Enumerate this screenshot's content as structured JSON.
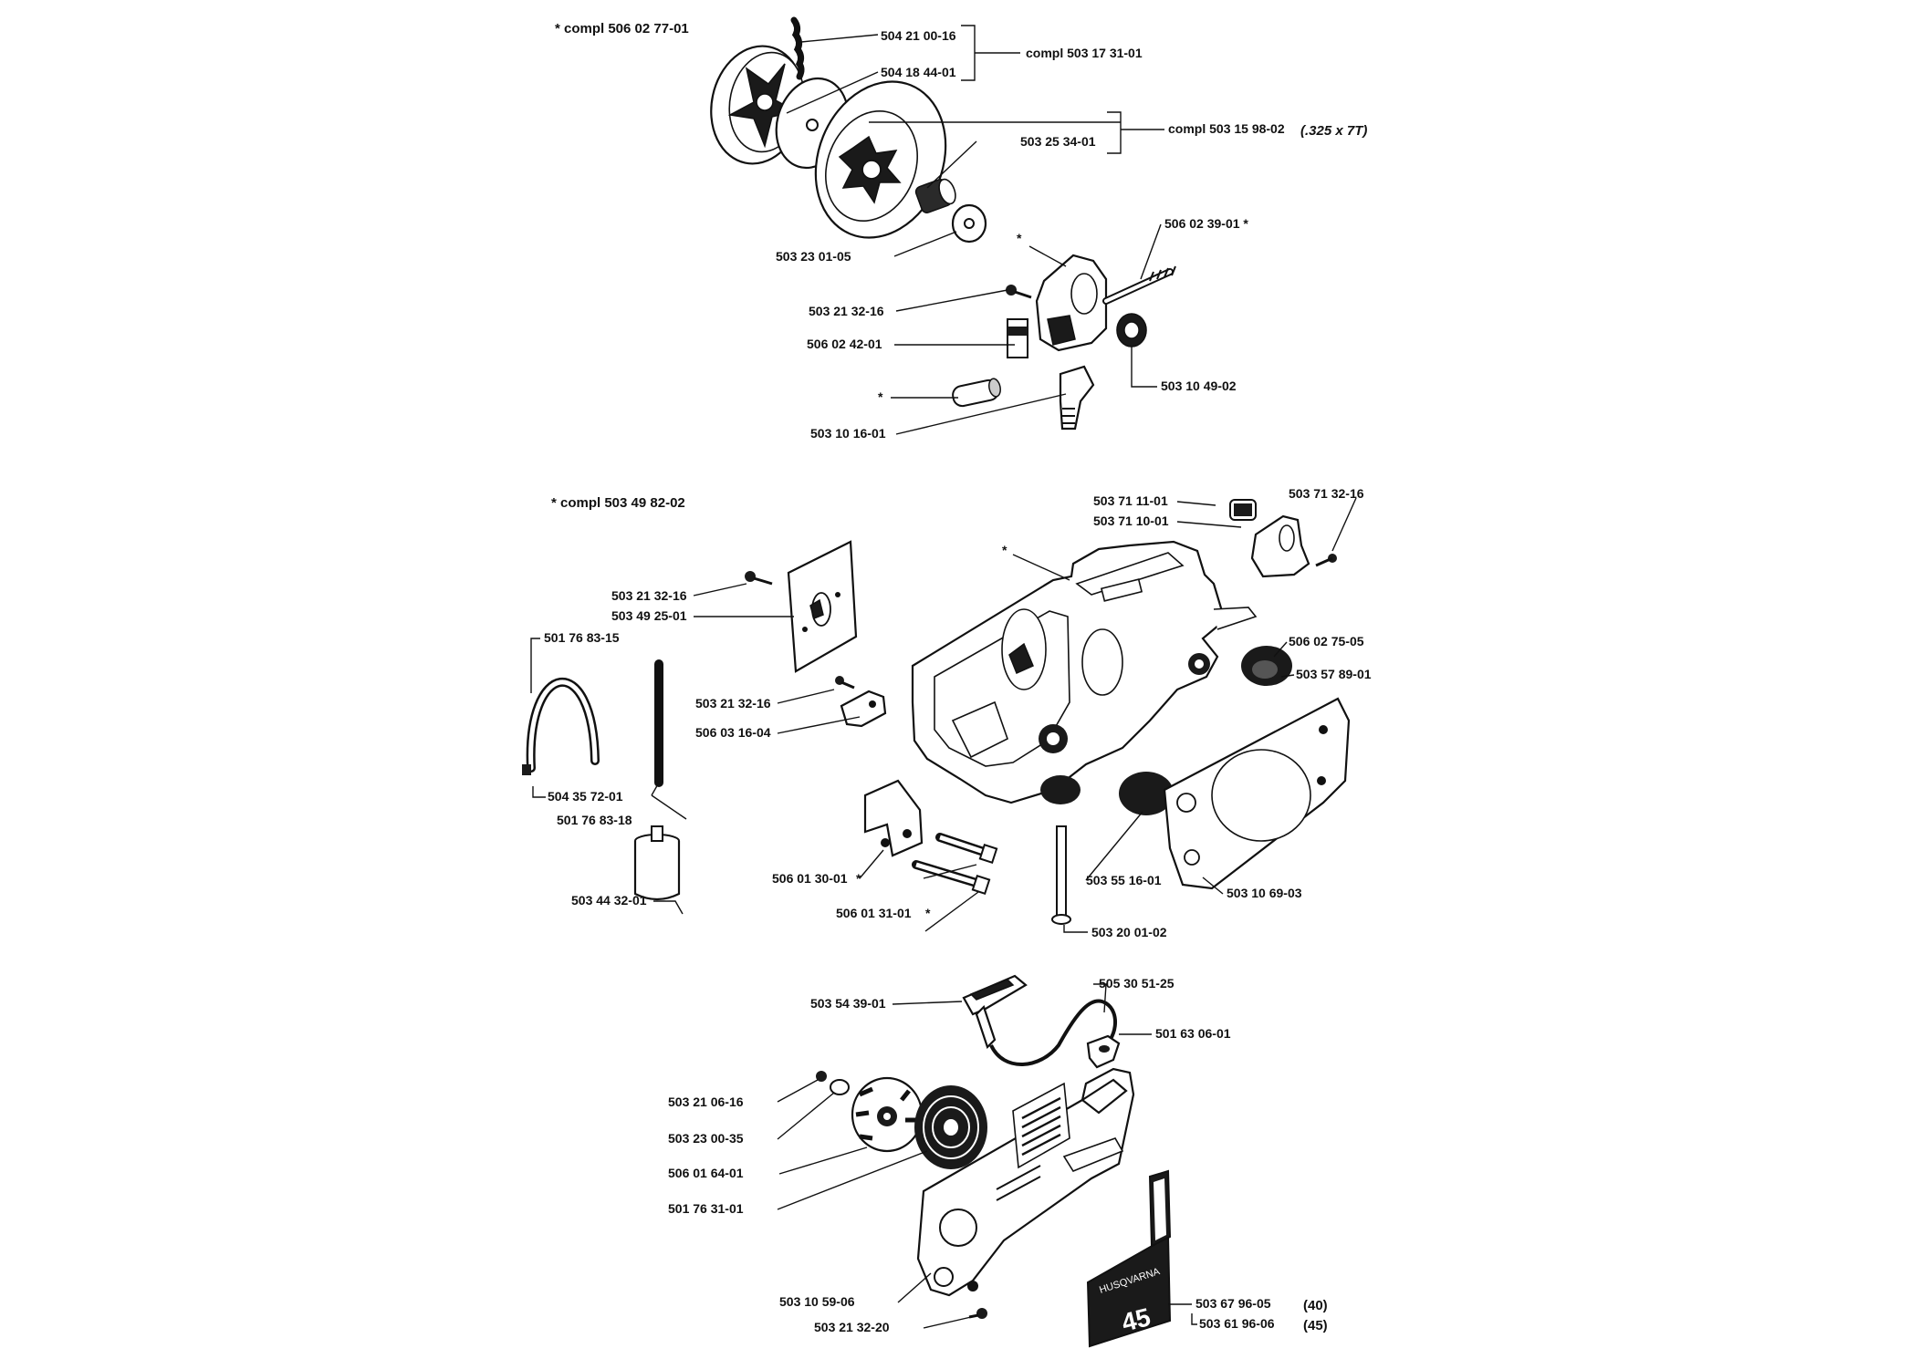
{
  "notes": {
    "top_compl": "* compl 506 02 77-01",
    "mid_compl": "* compl 503 49 82-02"
  },
  "callouts": {
    "p504_21_00_16": "504 21 00-16",
    "p504_18_44_01": "504 18 44-01",
    "compl_503_17_31_01": "compl 503 17 31-01",
    "compl_503_15_98_02": "compl 503 15 98-02",
    "spec_325_7t": "(.325 x 7T)",
    "p503_25_34_01": "503 25 34-01",
    "p503_23_01_05": "503 23 01-05",
    "p506_02_39_01": "506 02 39-01 *",
    "star_pump": "*",
    "p503_21_32_16_a": "503 21 32-16",
    "p506_02_42_01": "506 02 42-01",
    "star_pin": "*",
    "p503_10_49_02": "503 10 49-02",
    "p503_10_16_01": "503 10 16-01",
    "p503_71_11_01": "503 71 11-01",
    "p503_71_10_01": "503 71 10-01",
    "p503_71_32_16": "503 71 32-16",
    "star_crankcase": "*",
    "p503_21_32_16_b": "503 21 32-16",
    "p503_49_25_01": "503 49 25-01",
    "p501_76_83_15": "501 76 83-15",
    "p506_02_75_05": "506 02 75-05",
    "p503_57_89_01": "503 57 89-01",
    "p503_21_32_16_c": "503 21 32-16",
    "p506_03_16_04": "506 03 16-04",
    "p504_35_72_01": "504 35 72-01",
    "p501_76_83_18": "501 76 83-18",
    "p506_01_30_01": "506 01 30-01",
    "star_bracket": "*",
    "p503_55_16_01": "503 55 16-01",
    "p503_10_69_03": "503 10 69-03",
    "p503_44_32_01": "503 44 32-01",
    "p506_01_31_01": "506 01 31-01",
    "star_screws": "*",
    "p503_20_01_02": "503 20 01-02",
    "p503_54_39_01": "503 54 39-01",
    "p505_30_51_25": "505 30 51-25",
    "p501_63_06_01": "501 63 06-01",
    "p503_21_06_16": "503 21 06-16",
    "p503_23_00_35": "503 23 00-35",
    "p506_01_64_01": "506 01 64-01",
    "p501_76_31_01": "501 76 31-01",
    "p503_10_59_06": "503 10 59-06",
    "p503_21_32_20": "503 21 32-20",
    "p503_67_96_05": "503 67 96-05",
    "p503_61_96_06": "503 61 96-06",
    "model_40": "(40)",
    "model_45": "(45)"
  },
  "decal": {
    "brand": "HUSQVARNA",
    "model": "45"
  }
}
